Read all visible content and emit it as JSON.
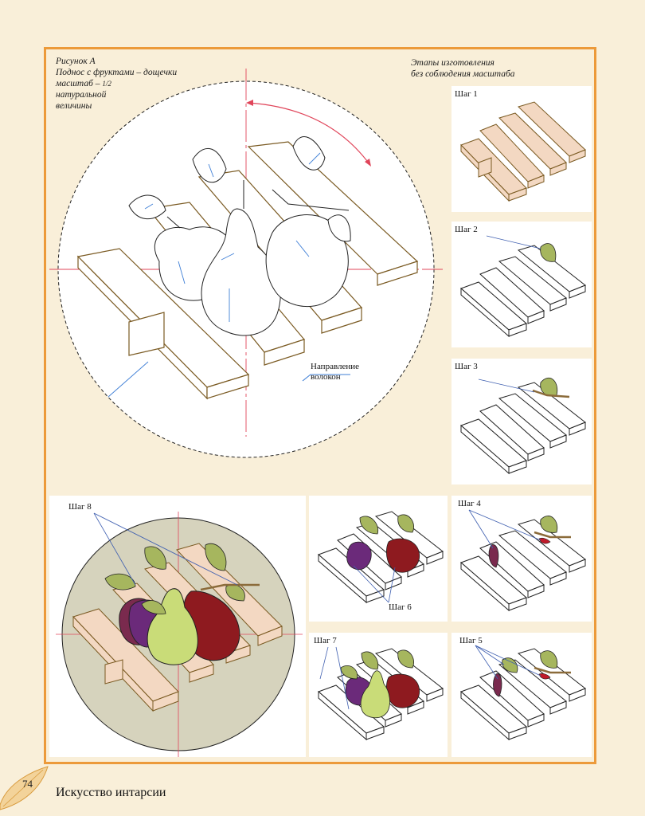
{
  "figure": {
    "label": "Рисунок А",
    "caption_line1": "Поднос с фруктами – дощечки",
    "caption_line2": "масштаб – ",
    "scale_fraction": "1/2",
    "caption_line3": "натуральной",
    "caption_line4": "величины",
    "grain_note_line1": "Направление",
    "grain_note_line2": "волокон"
  },
  "stages_heading": {
    "line1": "Этапы изготовления",
    "line2": "без соблюдения масштаба"
  },
  "steps": {
    "step1": "Шаг 1",
    "step2": "Шаг 2",
    "step3": "Шаг 3",
    "step4": "Шаг 4",
    "step5": "Шаг 5",
    "step6": "Шаг 6",
    "step7": "Шаг 7",
    "step8": "Шаг 8"
  },
  "footer": {
    "page_number": "74",
    "book_title": "Искусство интарсии"
  },
  "colors": {
    "frame": "#ec9a3a",
    "background": "#f9efd9",
    "board_light": "#f3d8c2",
    "plum": "#6b2a7a",
    "apple": "#8e1a1f",
    "pear": "#c9dc78",
    "leaf": "#a6b65e",
    "disc": "#d6d3bd",
    "guide_red": "#e0455a",
    "grain_blue": "#3f7fd6"
  }
}
